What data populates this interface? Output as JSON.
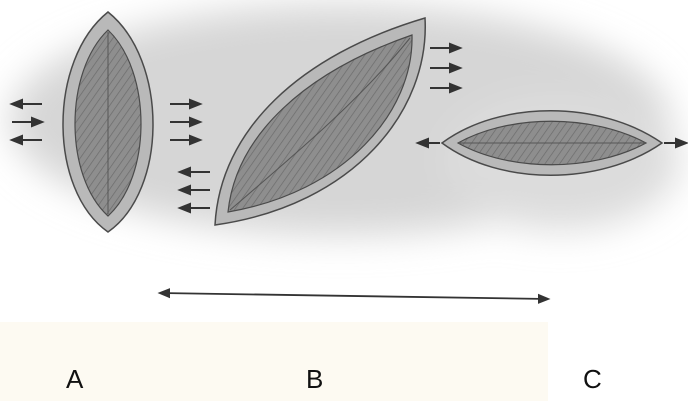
{
  "panels": [
    {
      "id": "a",
      "label": "A"
    },
    {
      "id": "b",
      "label": "B"
    },
    {
      "id": "c",
      "label": "C"
    }
  ],
  "colors": {
    "tissue_fill": "#8e8e8e",
    "tissue_rim": "#b9b9b9",
    "outline": "#4a4a4a",
    "arrow": "#333333",
    "shadow": "#d6d6d6",
    "band": "#fdfaf2"
  },
  "icons": {
    "stretch_arrow": "arrow-icon",
    "tension_axis": "double-arrow-icon"
  }
}
